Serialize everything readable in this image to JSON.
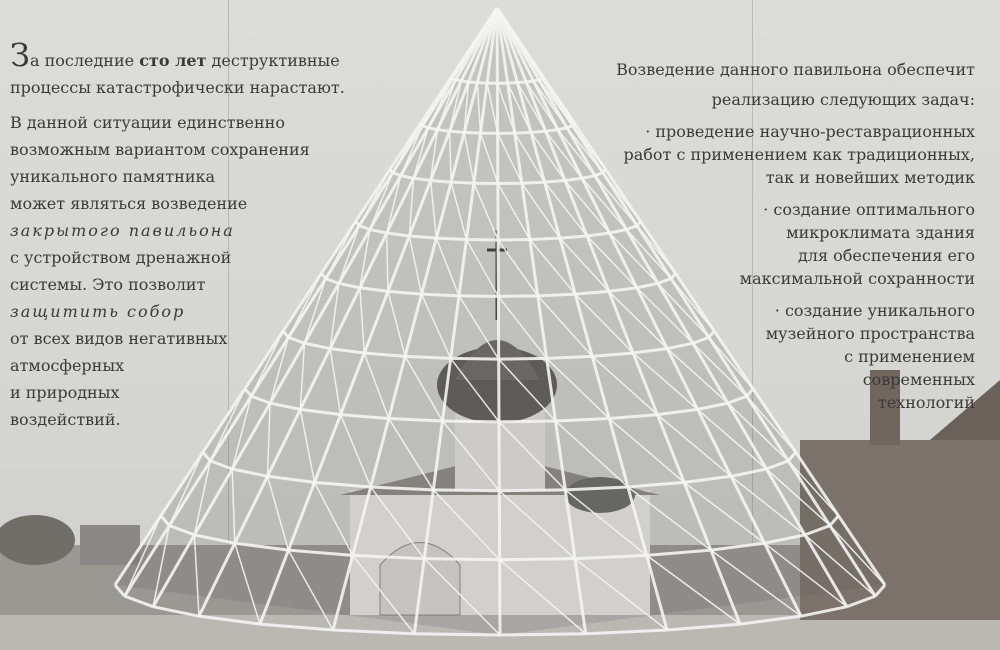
{
  "left_text": {
    "capital": "З",
    "intro_a": "а последние ",
    "intro_bold": "сто лет",
    "intro_b": " деструктивные",
    "intro_line2": "процессы катастрофически нарастают.",
    "lines": [
      "В данной ситуации единственно",
      "возможным вариантом сохранения",
      "уникального памятника",
      "может являться возведение"
    ],
    "italic1": "закрытого павильона",
    "lines2": [
      "с устройством дренажной",
      "системы. Это позволит"
    ],
    "italic2": "защитить собор",
    "lines3": [
      "от всех видов негативных",
      "атмосферных",
      "и природных",
      "воздействий."
    ]
  },
  "right_text": {
    "heading_line1": "Возведение данного павильона обеспечит",
    "heading_line2": "реализацию следующих задач:",
    "items": [
      [
        "· проведение научно-реставрационных",
        "работ с применением как традиционных,",
        "так и новейших методик"
      ],
      [
        "· создание оптимального",
        "микроклимата здания",
        "для обеспечения его",
        "максимальной сохранности"
      ],
      [
        "· создание уникального",
        "музейного пространства",
        "с применением",
        "современных",
        "технологий"
      ]
    ]
  },
  "colors": {
    "background": "#d8d8d5",
    "text": "#3a3a38",
    "frame": "#f4f4f2"
  }
}
